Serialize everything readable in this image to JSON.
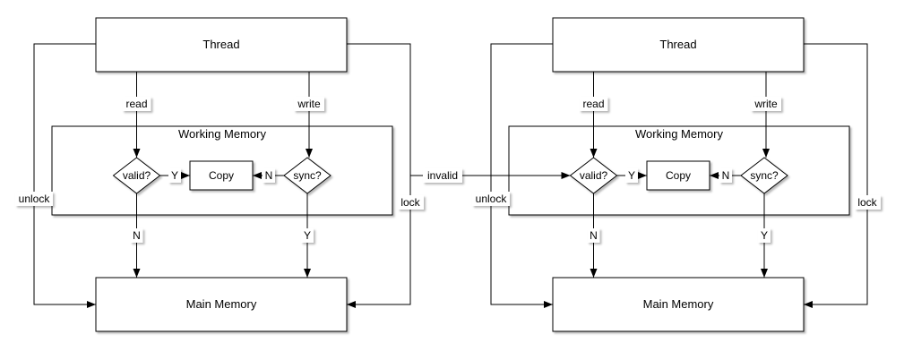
{
  "colors": {
    "line": "#000000",
    "shape_fill": "#ffffff",
    "text": "#000000",
    "canvas_background": "#ffffff"
  },
  "invalid_connector": {
    "label": "invalid"
  },
  "memory_models": [
    {
      "thread": {
        "label": "Thread"
      },
      "working_memory": {
        "label": "Working Memory"
      },
      "main_memory": {
        "label": "Main Memory"
      },
      "valid_decision": {
        "label": "valid?",
        "yes_label": "Y",
        "no_label": "N"
      },
      "sync_decision": {
        "label": "sync?",
        "yes_label": "Y",
        "no_label": "N"
      },
      "copy": {
        "label": "Copy"
      },
      "edges": {
        "read": "read",
        "write": "write",
        "unlock": "unlock",
        "lock": "lock"
      }
    },
    {
      "thread": {
        "label": "Thread"
      },
      "working_memory": {
        "label": "Working Memory"
      },
      "main_memory": {
        "label": "Main Memory"
      },
      "valid_decision": {
        "label": "valid?",
        "yes_label": "Y",
        "no_label": "N"
      },
      "sync_decision": {
        "label": "sync?",
        "yes_label": "Y",
        "no_label": "N"
      },
      "copy": {
        "label": "Copy"
      },
      "edges": {
        "read": "read",
        "write": "write",
        "unlock": "unlock",
        "lock": "lock"
      }
    }
  ]
}
